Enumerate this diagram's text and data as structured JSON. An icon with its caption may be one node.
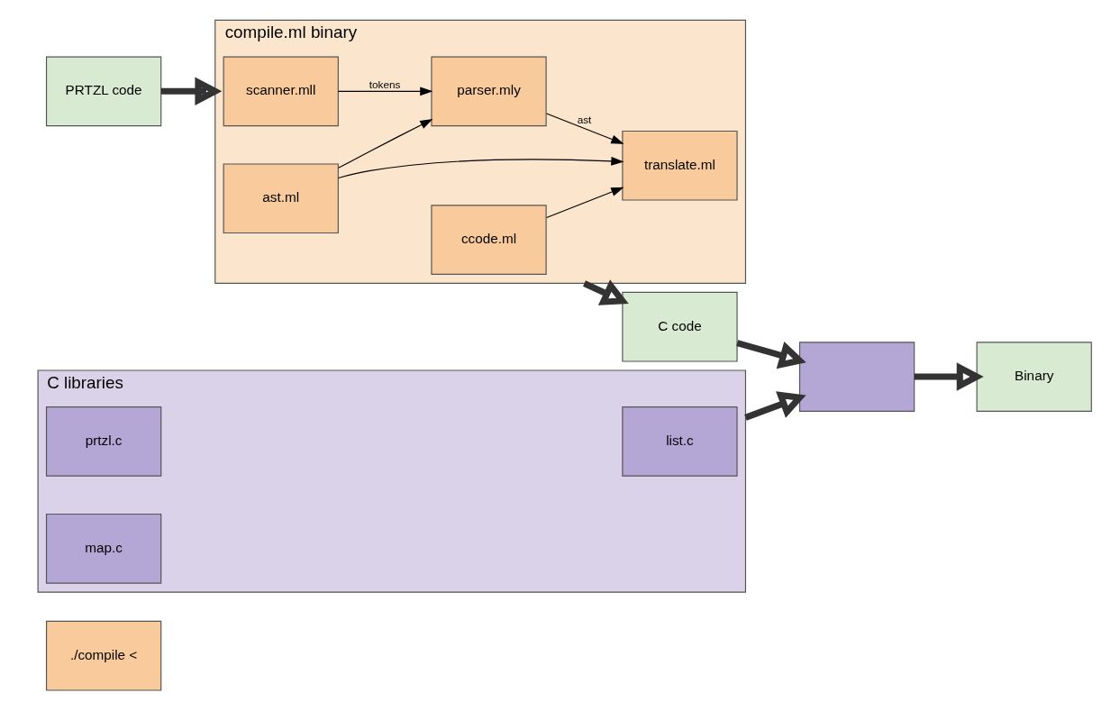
{
  "diagram": {
    "nodes": [
      {
        "text": [
          "./compile <"
        ]
      },
      {
        "text": [
          "PRTZL code"
        ]
      },
      {
        "text": [
          "compile.ml binary"
        ]
      },
      {
        "text": [
          "scanner.mll"
        ],
        "in": 2
      },
      {
        "text": [
          "parser.mly"
        ],
        "in": 2
      },
      {
        "text": [
          "translate.ml"
        ],
        "in": 2
      },
      {
        "text": [
          "ast.ml"
        ],
        "in": 2
      },
      {
        "text": [
          "ccode.ml"
        ],
        "in": 2
      },
      {
        "text": [
          "C code"
        ]
      },
      {
        "text": [
          "C libraries"
        ]
      },
      {
        "text": [
          "prtzl.c"
        ],
        "in": 9
      },
      {
        "text": [
          "map.c"
        ],
        "in": 9
      },
      {
        "text": [
          "list.c"
        ],
        "in": 9
      },
      {
        "text": [],
        "shape": "box"
      },
      {
        "text": [
          "Binary"
        ]
      }
    ],
    "edges": [
      {
        "from": 1,
        "to": 2,
        "arrow": "to",
        "style": "thick"
      },
      {
        "from": 3,
        "to": 4,
        "arrow": "to",
        "label": "tokens"
      },
      {
        "from": 4,
        "to": 5,
        "arrow": "to",
        "label": "ast"
      },
      {
        "from": 6,
        "to": 4,
        "arrow": "to"
      },
      {
        "from": 6,
        "to": 5,
        "arrow": "to"
      },
      {
        "from": 7,
        "to": 5,
        "arrow": "to"
      },
      {
        "from": 2,
        "to": 8,
        "arrow": "to",
        "style": "thick"
      },
      {
        "from": 8,
        "to": 13,
        "arrow": "to",
        "style": "thick"
      },
      {
        "from": 9,
        "to": 13,
        "arrow": "to",
        "style": "thick"
      },
      {
        "from": 13,
        "to": 14,
        "arrow": "to",
        "style": "thick"
      }
    ]
  }
}
